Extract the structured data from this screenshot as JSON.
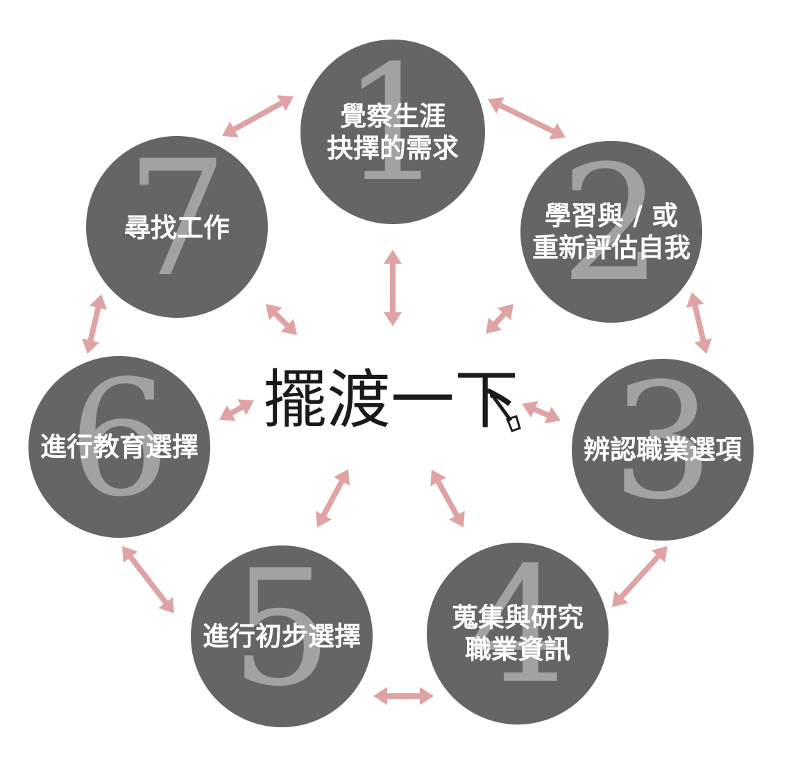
{
  "title": "擺渡一下",
  "colors": {
    "circle": "#666564",
    "number": "#a3a2a2",
    "label": "#ffffff",
    "arrow": "#e0a3a3",
    "title": "#1a1a1a"
  },
  "steps": [
    {
      "number": "1",
      "lines": [
        "覺察生涯",
        "抉擇的需求"
      ]
    },
    {
      "number": "2",
      "lines": [
        "學習與 / 或",
        "重新評估自我"
      ]
    },
    {
      "number": "3",
      "lines": [
        "辨認職業選項"
      ]
    },
    {
      "number": "4",
      "lines": [
        "蒐集與研究",
        "職業資訊"
      ]
    },
    {
      "number": "5",
      "lines": [
        "進行初步選擇"
      ]
    },
    {
      "number": "6",
      "lines": [
        "進行教育選擇"
      ]
    },
    {
      "number": "7",
      "lines": [
        "尋找工作"
      ]
    }
  ],
  "connections": [
    {
      "from": "1",
      "to": "2"
    },
    {
      "from": "2",
      "to": "3"
    },
    {
      "from": "3",
      "to": "4"
    },
    {
      "from": "4",
      "to": "5"
    },
    {
      "from": "5",
      "to": "6"
    },
    {
      "from": "6",
      "to": "7"
    },
    {
      "from": "7",
      "to": "1"
    },
    {
      "from": "center",
      "to": "1"
    },
    {
      "from": "center",
      "to": "2"
    },
    {
      "from": "center",
      "to": "3"
    },
    {
      "from": "center",
      "to": "4"
    },
    {
      "from": "center",
      "to": "5"
    },
    {
      "from": "center",
      "to": "6"
    },
    {
      "from": "center",
      "to": "7"
    }
  ]
}
